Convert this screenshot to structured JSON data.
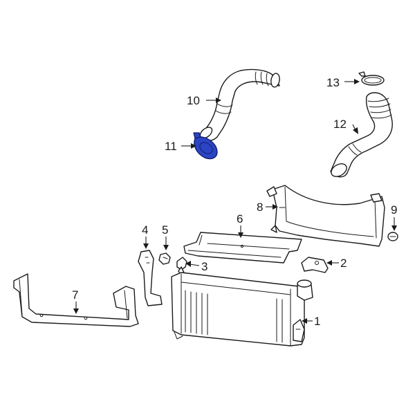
{
  "colors": {
    "line": "#1a1a1a",
    "highlight": "#2b44c4",
    "background": "#ffffff"
  },
  "callouts": {
    "c1": "1",
    "c2": "2",
    "c3": "3",
    "c4": "4",
    "c5": "5",
    "c6": "6",
    "c7": "7",
    "c8": "8",
    "c9": "9",
    "c10": "10",
    "c11": "11",
    "c12": "12",
    "c13": "13"
  },
  "highlighted_callout": "11"
}
